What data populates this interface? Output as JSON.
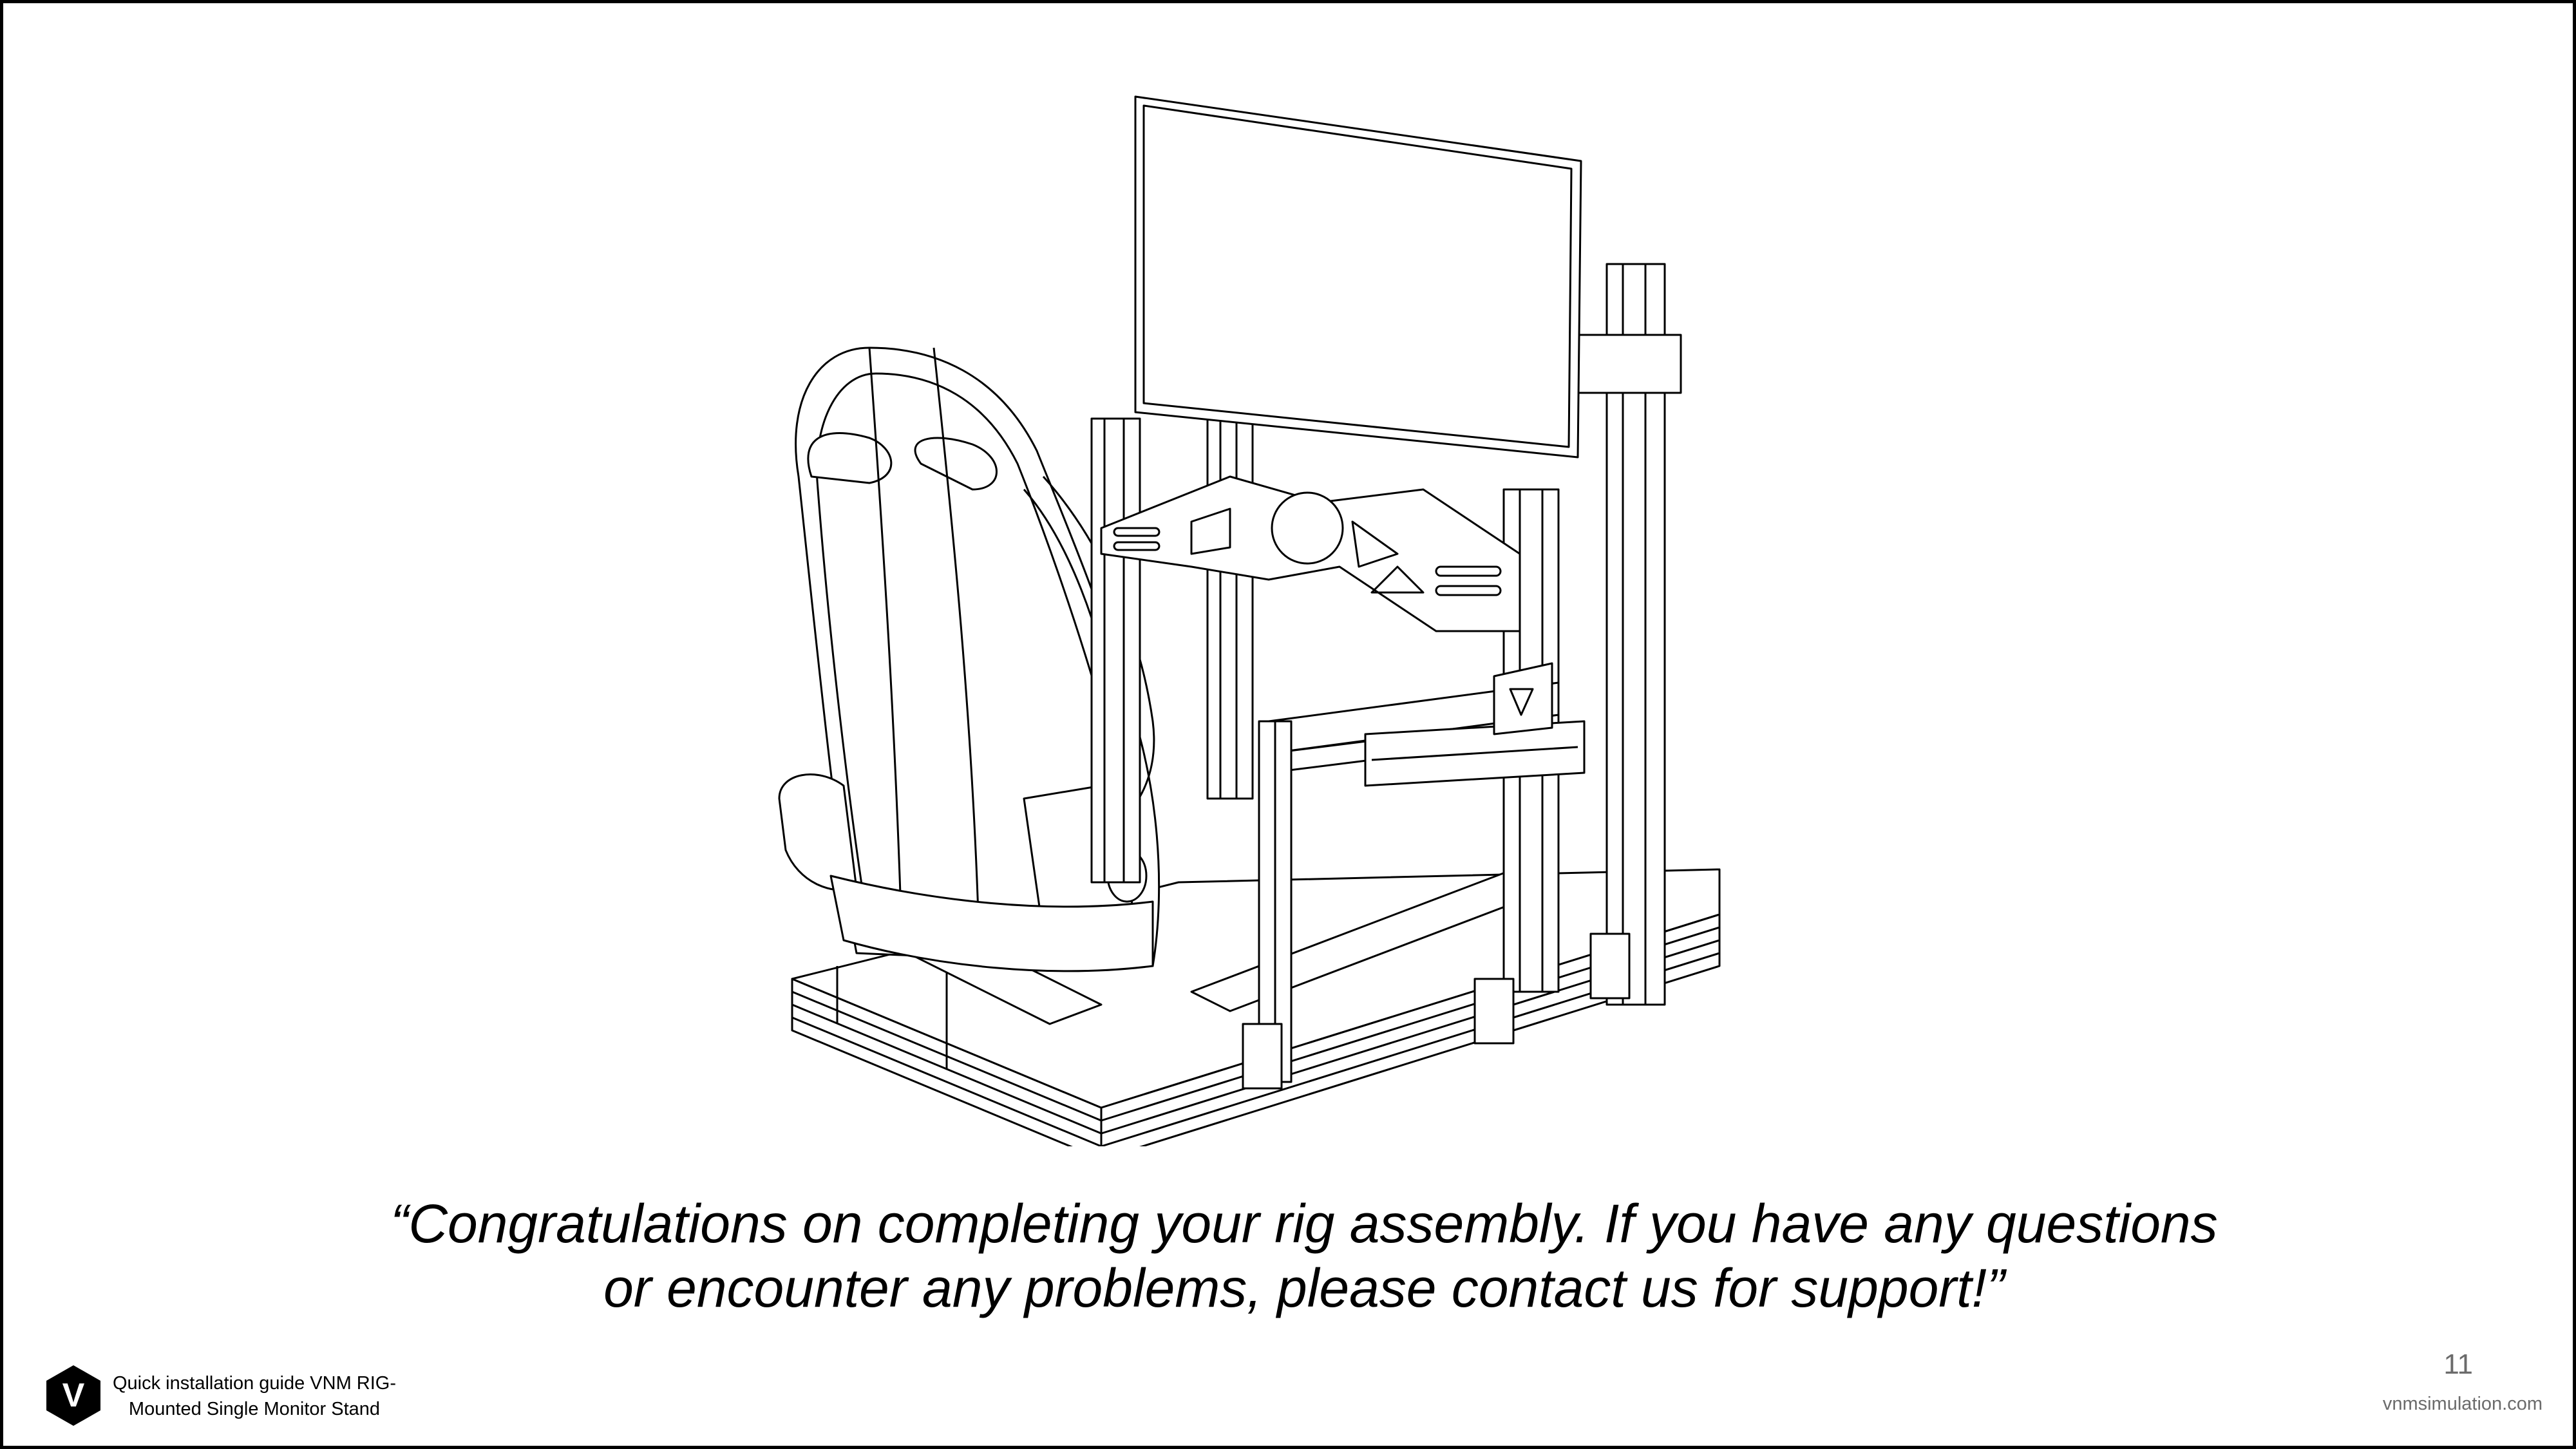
{
  "quote": {
    "line1": "“Congratulations on completing your rig assembly. If you have any questions",
    "line2": "or encounter any problems, please contact us for support!”"
  },
  "footer": {
    "title_line1": "Quick installation guide VNM RIG-",
    "title_line2": "Mounted Single Monitor Stand",
    "page_number": "11",
    "website": "vnmsimulation.com",
    "logo_letter": "V"
  },
  "colors": {
    "text": "#000000",
    "muted": "#6b6b6b",
    "background": "#ffffff"
  },
  "icons": {
    "logo": "vnm-hexagon-logo-icon"
  }
}
